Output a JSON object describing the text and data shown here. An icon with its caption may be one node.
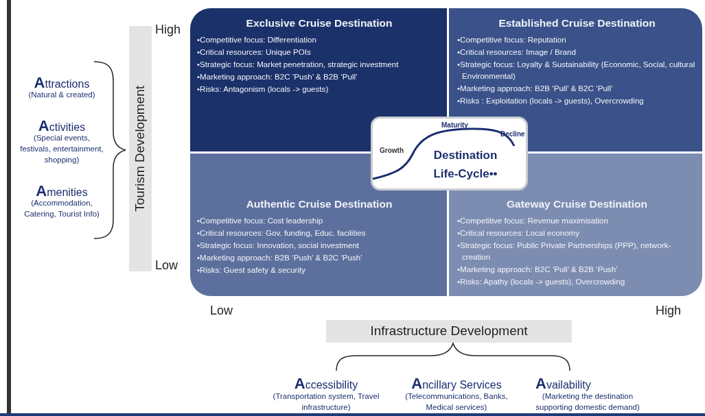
{
  "diagram": {
    "nodes": [
      {
        "text": [
          "Exclusive Cruise Destination",
          "•Competitive focus:  Differentiation",
          "•Critical resources:  Unique POIs",
          "•Strategic focus:  Market penetration, strategic investment",
          "•Marketing approach:  B2C ‘Push’ & B2B ‘Pull’",
          "•Risks:  Antagonism (locals -> guests)"
        ]
      },
      {
        "text": [
          "Established Cruise Destination",
          "•Competitive focus:  Reputation",
          "•Critical resources:  Image / Brand",
          "•Strategic focus:  Loyalty & Sustainability (Economic, Social, cultural Environmental)",
          "•Marketing approach:  B2B ‘Pull’ & B2C ‘Pull’",
          "•Risks : Exploitation (locals -> guests), Overcrowding"
        ]
      },
      {
        "text": [
          "Authentic Cruise Destination",
          "•Competitive focus:  Cost leadership",
          "•Critical resources:  Gov. funding, Educ. facilities",
          "•Strategic focus:  Innovation, social investment",
          "•Marketing approach:  B2B ‘Push’ & B2C ‘Push’",
          "•Risks:  Guest safety & security"
        ]
      },
      {
        "text": [
          "Gateway Cruise Destination",
          "•Competitive focus:  Revenue maximisation",
          "•Critical resources:  Local economy",
          "•Strategic focus:  Public Private Partnerships (PPP), network-creation",
          "•Marketing approach:  B2C ‘Pull’ & B2B ‘Push’",
          "•Risks:  Apathy (locals -> guests), Overcrowding"
        ]
      },
      {
        "text": [
          "Destination Life-Cycle••",
          "Growth",
          "Maturity",
          "Decline"
        ]
      },
      {
        "text": [
          "Tourism Development"
        ]
      },
      {
        "text": [
          "Infrastructure Development"
        ]
      }
    ],
    "labels": [
      "High",
      "Low",
      "**A**ttractions",
      "(Natural & created)",
      "**A**ctivities",
      "(Special events, festivals, entertainment, shopping)",
      "**A**menities",
      "(Accommodation, Catering, Tourist Info)",
      "Low",
      "High",
      "**A**ccessibility",
      "(Transportation system, Travel infrastructure)",
      "**A**ncillary Services",
      "(Telecommunications, Banks, Medical services)",
      "**A**vailability",
      "(Marketing the destination supporting domestic demand)"
    ]
  }
}
